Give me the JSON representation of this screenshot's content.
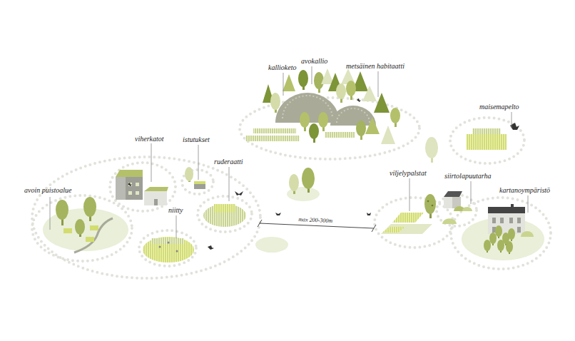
{
  "diagram": {
    "labels": [
      "avoin puistoalue",
      "viherkatot",
      "istutukset",
      "ruderaatti",
      "niitty",
      "kallioketo",
      "avokallio",
      "metsäinen habitaatti",
      "maisemapelto",
      "viljelypalstat",
      "siirtolapuutarha",
      "kartanoympäristö",
      "max 200-300m"
    ]
  }
}
